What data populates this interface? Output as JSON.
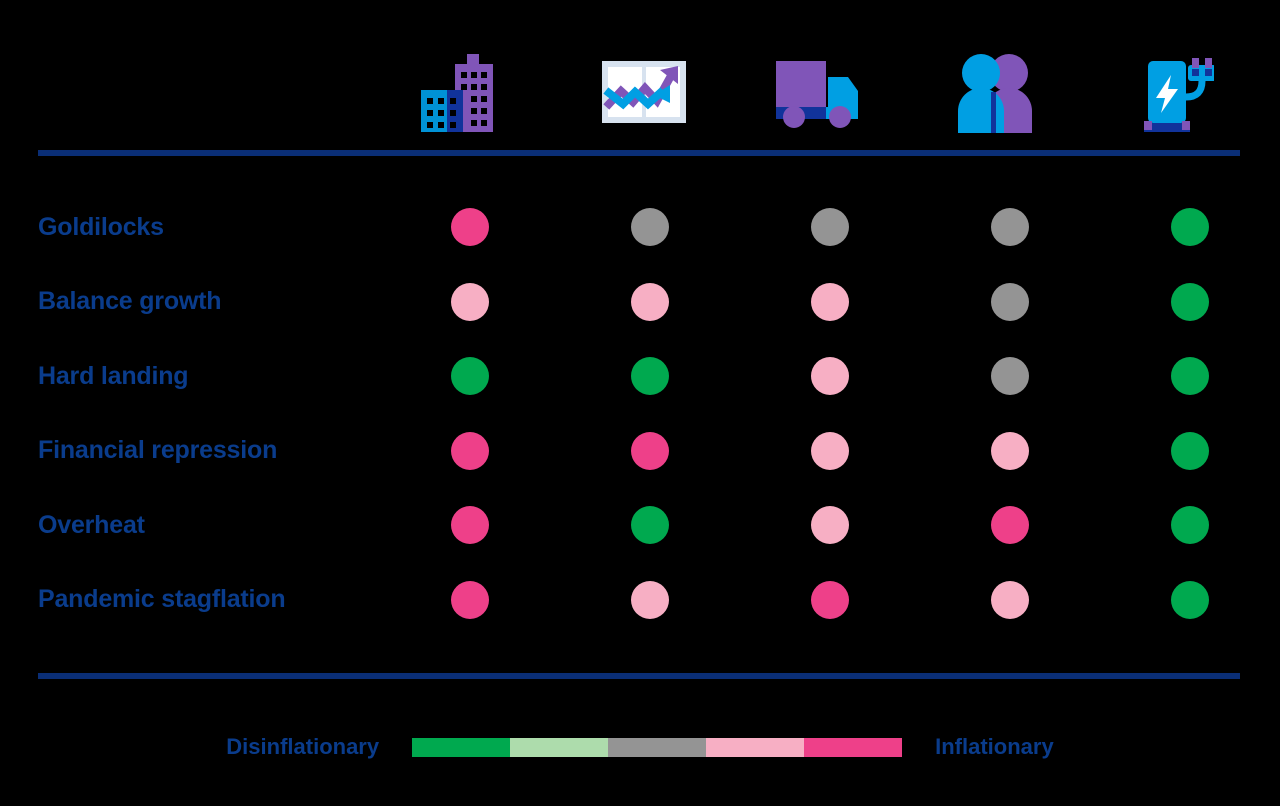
{
  "chart_data": {
    "type": "heatmap",
    "title": "",
    "xlabel": "",
    "ylabel": "",
    "scale_description": "Five-step categorical scale from Disinflationary to Inflationary",
    "scale_categories": [
      "Strongly disinflationary",
      "Mildly disinflationary",
      "Neutral",
      "Mildly inflationary",
      "Strongly inflationary"
    ],
    "scale_colors": [
      "#00A94F",
      "#ADDCAC",
      "#949494",
      "#F7AFC4",
      "#EE4089"
    ],
    "columns": [
      {
        "icon": "office-buildings-icon",
        "name": "buildings"
      },
      {
        "icon": "line-chart-icon",
        "name": "markets"
      },
      {
        "icon": "delivery-truck-icon",
        "name": "supply-chain"
      },
      {
        "icon": "two-people-icon",
        "name": "labour"
      },
      {
        "icon": "ev-charging-station-icon",
        "name": "energy-transition"
      }
    ],
    "categories": [
      "Goldilocks",
      "Balance growth",
      "Hard landing",
      "Financial repression",
      "Overheat",
      "Pandemic stagflation"
    ],
    "rows": [
      {
        "label": "Goldilocks",
        "values": [
          "inflationary",
          "neutral",
          "neutral",
          "neutral",
          "disinflationary"
        ]
      },
      {
        "label": "Balance growth",
        "values": [
          "mild-inflationary",
          "mild-inflationary",
          "mild-inflationary",
          "neutral",
          "disinflationary"
        ]
      },
      {
        "label": "Hard landing",
        "values": [
          "disinflationary",
          "disinflationary",
          "mild-inflationary",
          "neutral",
          "disinflationary"
        ]
      },
      {
        "label": "Financial repression",
        "values": [
          "inflationary",
          "inflationary",
          "mild-inflationary",
          "mild-inflationary",
          "disinflationary"
        ]
      },
      {
        "label": "Overheat",
        "values": [
          "inflationary",
          "disinflationary",
          "mild-inflationary",
          "inflationary",
          "disinflationary"
        ]
      },
      {
        "label": "Pandemic stagflation",
        "values": [
          "inflationary",
          "mild-inflationary",
          "inflationary",
          "mild-inflationary",
          "disinflationary"
        ]
      }
    ]
  },
  "legend": {
    "left_label": "Disinflationary",
    "right_label": "Inflationary",
    "segments": [
      "#00A94F",
      "#ADDCAC",
      "#949494",
      "#F7AFC4",
      "#EE4089"
    ]
  },
  "colors": {
    "background": "#000000",
    "rule": "#0A2E76",
    "text_blue": "#0A3C8C",
    "disinflationary": "#00A94F",
    "mild_disinflationary": "#ADDCAC",
    "neutral": "#949494",
    "mild_inflationary": "#F7AFC4",
    "inflationary": "#EE4089",
    "icon_light_blue": "#0092D6",
    "icon_dark_blue": "#11339B",
    "icon_purple": "#8055B8",
    "icon_frame": "#D7E2EF"
  }
}
